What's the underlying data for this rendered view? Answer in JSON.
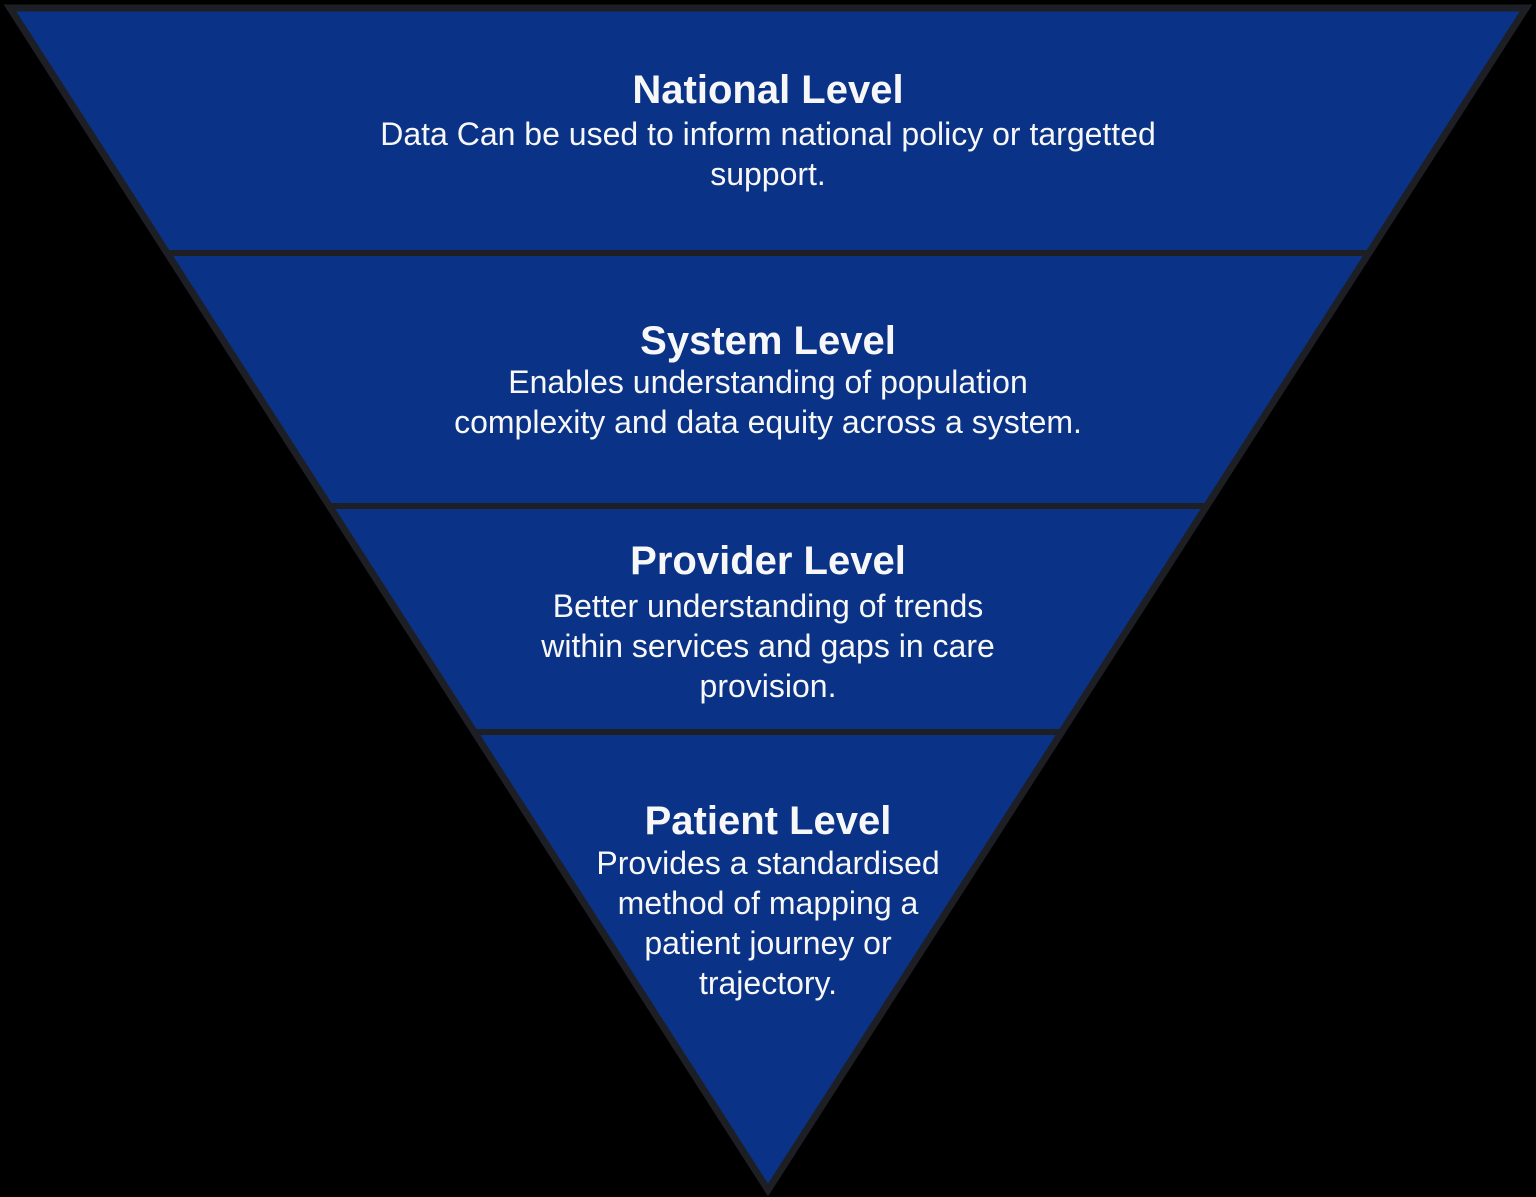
{
  "background_color": "#000000",
  "pyramid": {
    "fill_color": "#0a3387",
    "outline_color": "#1e1f24",
    "text_color": "#f7f7f7",
    "shape": "inverted-pyramid-4-levels",
    "levels": [
      {
        "title": "National Level",
        "lines": [
          "Data Can be used to inform national policy or targetted",
          "support."
        ]
      },
      {
        "title": "System Level",
        "lines": [
          "Enables understanding of population",
          "complexity and data equity across a system."
        ]
      },
      {
        "title": "Provider Level",
        "lines": [
          "Better understanding of trends",
          "within services and gaps in care",
          "provision."
        ]
      },
      {
        "title": "Patient Level",
        "lines": [
          "Provides a standardised",
          "method of mapping a",
          "patient journey or",
          "trajectory."
        ]
      }
    ]
  }
}
